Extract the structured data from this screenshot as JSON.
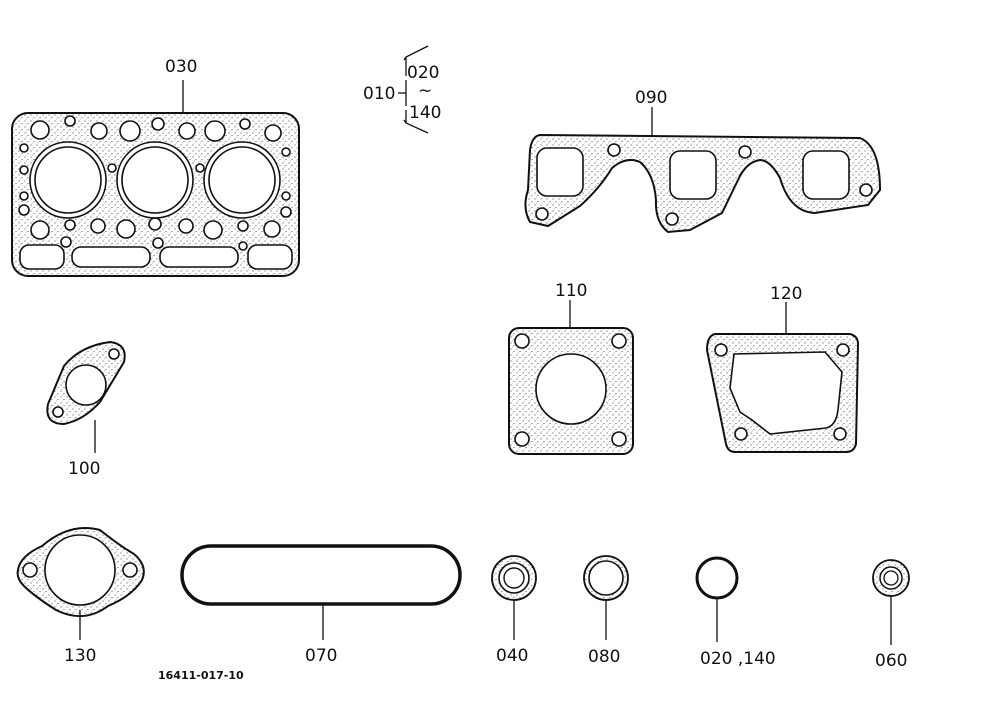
{
  "drawing_code": "16411-017-10",
  "group": {
    "label": "010",
    "range_top": "020",
    "range_sep": "∼",
    "range_bottom": "140"
  },
  "parts": [
    {
      "id": "p030",
      "label": "030",
      "description": "cylinder-head-gasket"
    },
    {
      "id": "p090",
      "label": "090",
      "description": "manifold-gasket"
    },
    {
      "id": "p110",
      "label": "110",
      "description": "square-flange-gasket"
    },
    {
      "id": "p120",
      "label": "120",
      "description": "cover-gasket"
    },
    {
      "id": "p100",
      "label": "100",
      "description": "two-hole-flange-gasket"
    },
    {
      "id": "p130",
      "label": "130",
      "description": "oval-flange-gasket"
    },
    {
      "id": "p070",
      "label": "070",
      "description": "rectangular-ring-seal"
    },
    {
      "id": "p040",
      "label": "040",
      "description": "washer"
    },
    {
      "id": "p080",
      "label": "080",
      "description": "ring-gasket"
    },
    {
      "id": "p020_140",
      "label": "020 ,140",
      "description": "o-ring"
    },
    {
      "id": "p060",
      "label": "060",
      "description": "small-washer"
    }
  ],
  "colors": {
    "ink": "#111111",
    "paper": "#ffffff"
  }
}
